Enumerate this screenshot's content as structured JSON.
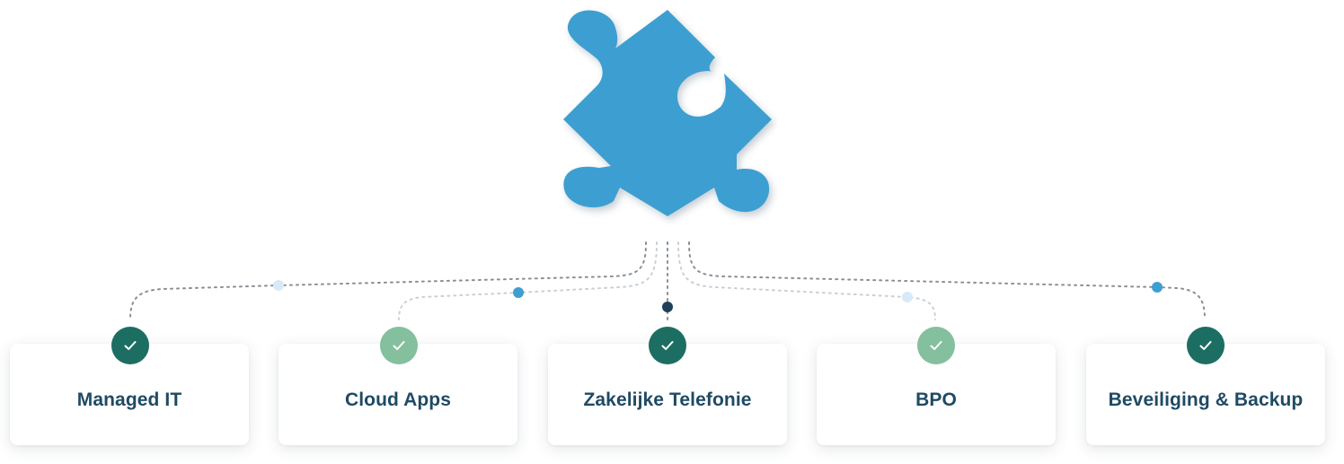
{
  "colors": {
    "puzzle": "#3d9fd1",
    "check_dark": "#1d6e62",
    "check_light": "#84bf9e",
    "label": "#1f4a63",
    "line_dark": "#8a8f96",
    "line_light": "#c9d0d6",
    "dot_light": "#d6eaf7",
    "dot_blue": "#3d9fd1",
    "dot_navy": "#1f3f5a"
  },
  "icons": {
    "hub": "puzzle-piece-icon",
    "card": "checkmark-icon"
  },
  "services": [
    {
      "label": "Managed IT",
      "check": "dark"
    },
    {
      "label": "Cloud Apps",
      "check": "light"
    },
    {
      "label": "Zakelijke Telefonie",
      "check": "dark"
    },
    {
      "label": "BPO",
      "check": "light"
    },
    {
      "label": "Beveiliging & Backup",
      "check": "dark"
    }
  ]
}
